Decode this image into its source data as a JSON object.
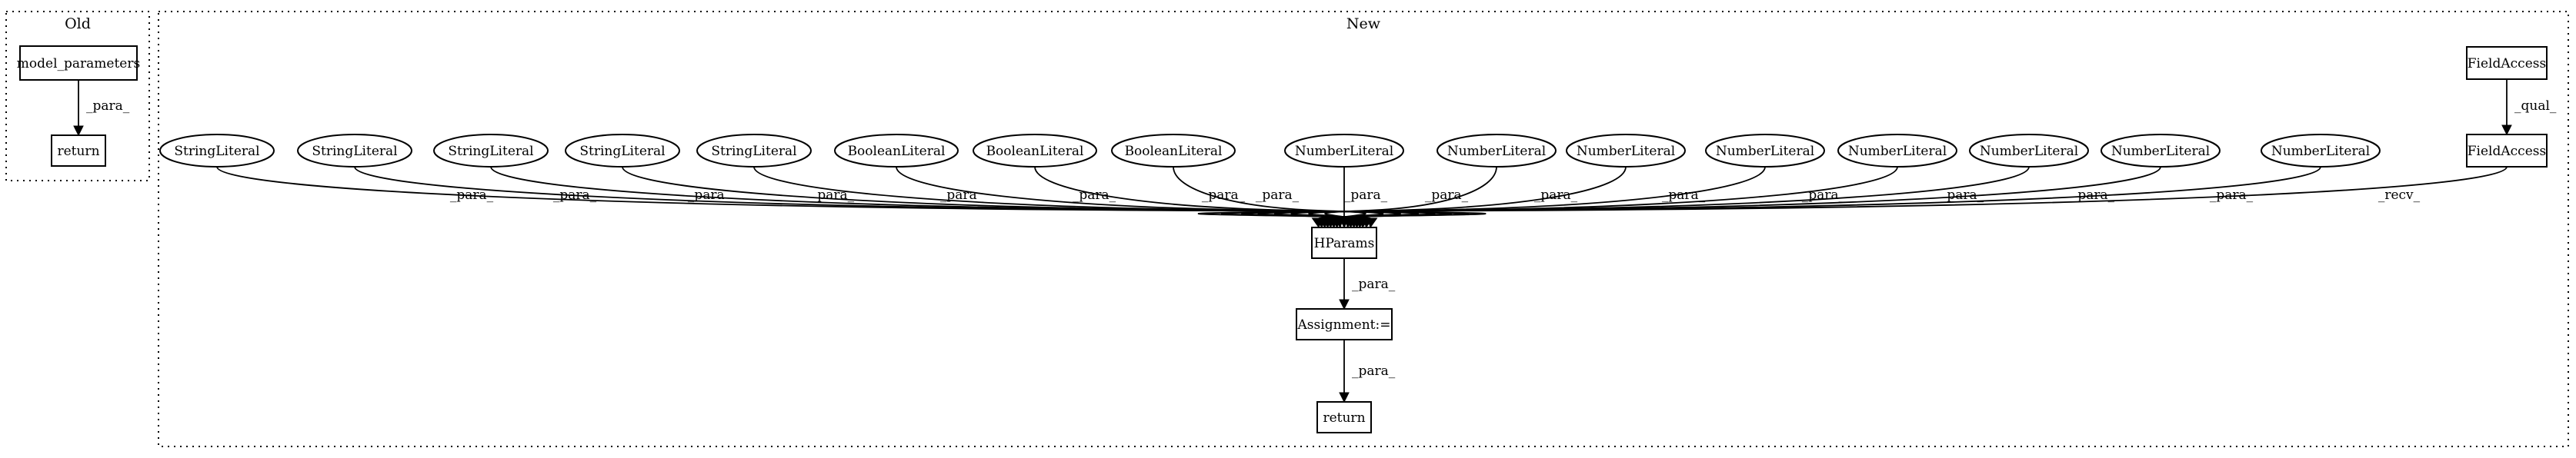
{
  "clusters": [
    {
      "id": "old",
      "label": "Old"
    },
    {
      "id": "new",
      "label": "New"
    }
  ],
  "nodes": [
    {
      "id": "model_parameters",
      "label": "model_parameters",
      "shape": "box"
    },
    {
      "id": "return_old",
      "label": "return",
      "shape": "box"
    },
    {
      "id": "fa_top",
      "label": "FieldAccess",
      "shape": "box"
    },
    {
      "id": "s1",
      "label": "StringLiteral",
      "shape": "ellipse"
    },
    {
      "id": "s2",
      "label": "StringLiteral",
      "shape": "ellipse"
    },
    {
      "id": "s3",
      "label": "StringLiteral",
      "shape": "ellipse"
    },
    {
      "id": "s4",
      "label": "StringLiteral",
      "shape": "ellipse"
    },
    {
      "id": "s5",
      "label": "StringLiteral",
      "shape": "ellipse"
    },
    {
      "id": "b1",
      "label": "BooleanLiteral",
      "shape": "ellipse"
    },
    {
      "id": "b2",
      "label": "BooleanLiteral",
      "shape": "ellipse"
    },
    {
      "id": "b3",
      "label": "BooleanLiteral",
      "shape": "ellipse"
    },
    {
      "id": "n1",
      "label": "NumberLiteral",
      "shape": "ellipse"
    },
    {
      "id": "n2",
      "label": "NumberLiteral",
      "shape": "ellipse"
    },
    {
      "id": "n3",
      "label": "NumberLiteral",
      "shape": "ellipse"
    },
    {
      "id": "n4",
      "label": "NumberLiteral",
      "shape": "ellipse"
    },
    {
      "id": "n5",
      "label": "NumberLiteral",
      "shape": "ellipse"
    },
    {
      "id": "n6",
      "label": "NumberLiteral",
      "shape": "ellipse"
    },
    {
      "id": "n7",
      "label": "NumberLiteral",
      "shape": "ellipse"
    },
    {
      "id": "n8",
      "label": "NumberLiteral",
      "shape": "ellipse"
    },
    {
      "id": "fa_mid",
      "label": "FieldAccess",
      "shape": "box"
    },
    {
      "id": "hparams",
      "label": "HParams",
      "shape": "box"
    },
    {
      "id": "assign",
      "label": "Assignment:=",
      "shape": "box"
    },
    {
      "id": "return_new",
      "label": "return",
      "shape": "box"
    }
  ],
  "edges": [
    {
      "from": "model_parameters",
      "to": "return_old",
      "label": "_para_"
    },
    {
      "from": "fa_top",
      "to": "fa_mid",
      "label": "_qual_"
    },
    {
      "from": "s1",
      "to": "hparams",
      "label": "_para_"
    },
    {
      "from": "s2",
      "to": "hparams",
      "label": "_para_"
    },
    {
      "from": "s3",
      "to": "hparams",
      "label": "_para_"
    },
    {
      "from": "s4",
      "to": "hparams",
      "label": "_para_"
    },
    {
      "from": "s5",
      "to": "hparams",
      "label": "_para_"
    },
    {
      "from": "b1",
      "to": "hparams",
      "label": "_para_"
    },
    {
      "from": "b2",
      "to": "hparams",
      "label": "_para_"
    },
    {
      "from": "b3",
      "to": "hparams",
      "label": "_para_"
    },
    {
      "from": "n1",
      "to": "hparams",
      "label": "_para_"
    },
    {
      "from": "n2",
      "to": "hparams",
      "label": "_para_"
    },
    {
      "from": "n3",
      "to": "hparams",
      "label": "_para_"
    },
    {
      "from": "n4",
      "to": "hparams",
      "label": "_para_"
    },
    {
      "from": "n5",
      "to": "hparams",
      "label": "_para_"
    },
    {
      "from": "n6",
      "to": "hparams",
      "label": "_para_"
    },
    {
      "from": "n7",
      "to": "hparams",
      "label": "_para_"
    },
    {
      "from": "n8",
      "to": "hparams",
      "label": "_para_"
    },
    {
      "from": "fa_mid",
      "to": "hparams",
      "label": "_recv_"
    },
    {
      "from": "hparams",
      "to": "assign",
      "label": "_para_"
    },
    {
      "from": "assign",
      "to": "return_new",
      "label": "_para_"
    }
  ]
}
